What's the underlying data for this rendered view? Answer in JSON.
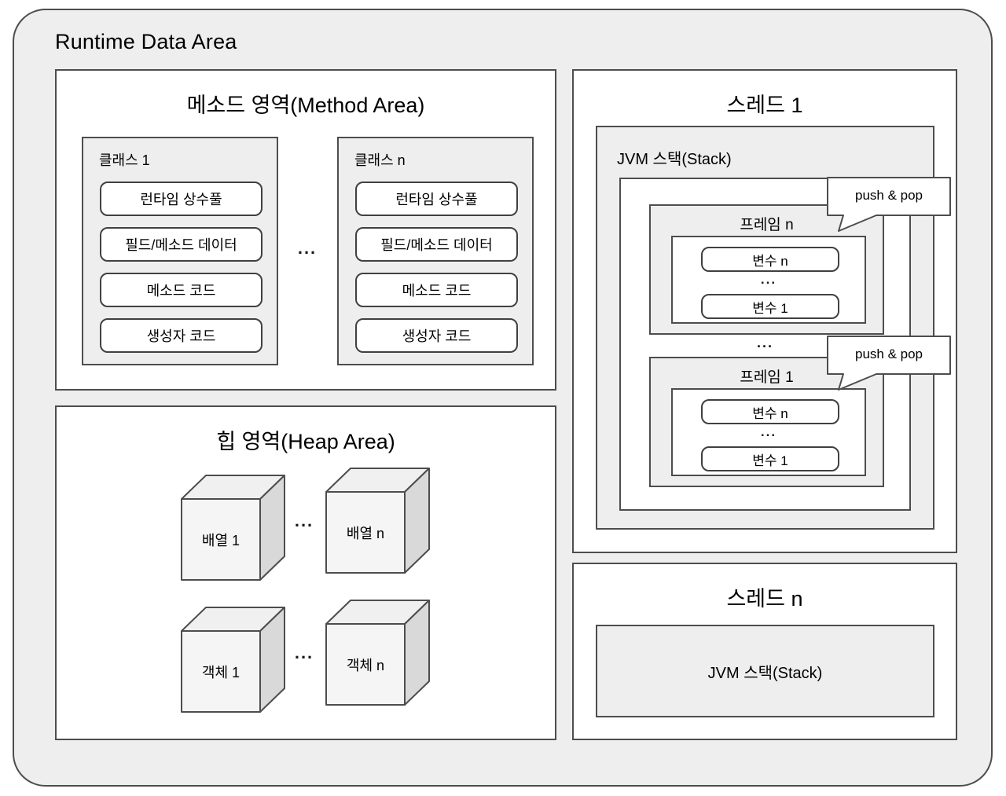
{
  "runtime": {
    "title": "Runtime Data Area"
  },
  "method_area": {
    "title": "메소드 영역(Method Area)",
    "ellipsis": "...",
    "classes": [
      {
        "label": "클래스 1",
        "items": [
          "런타임 상수풀",
          "필드/메소드 데이터",
          "메소드 코드",
          "생성자 코드"
        ]
      },
      {
        "label": "클래스 n",
        "items": [
          "런타임 상수풀",
          "필드/메소드 데이터",
          "메소드 코드",
          "생성자 코드"
        ]
      }
    ]
  },
  "heap_area": {
    "title": "힙 영역(Heap Area)",
    "rows": [
      {
        "ellipsis": "...",
        "cubes": [
          "배열 1",
          "배열 n"
        ]
      },
      {
        "ellipsis": "...",
        "cubes": [
          "객체 1",
          "객체 n"
        ]
      }
    ]
  },
  "thread1": {
    "title": "스레드 1",
    "stack_label": "JVM 스택(Stack)",
    "push_pop_label": "push & pop",
    "frames_ellipsis": "...",
    "frames": [
      {
        "label": "프레임 n",
        "var_top": "변수 n",
        "ellipsis": "...",
        "var_bottom": "변수 1"
      },
      {
        "label": "프레임 1",
        "var_top": "변수 n",
        "ellipsis": "...",
        "var_bottom": "변수 1"
      }
    ]
  },
  "thread_n": {
    "title": "스레드 n",
    "stack_label": "JVM 스택(Stack)"
  },
  "colors": {
    "area_fill": "#eeeeee",
    "panel_fill": "#ffffff",
    "stroke": "#4d4d4d",
    "pill_stroke": "#404040",
    "cube_front": "#f5f5f5",
    "cube_top": "#f0f0f0",
    "cube_side": "#d9d9d9",
    "text": "#000000"
  }
}
